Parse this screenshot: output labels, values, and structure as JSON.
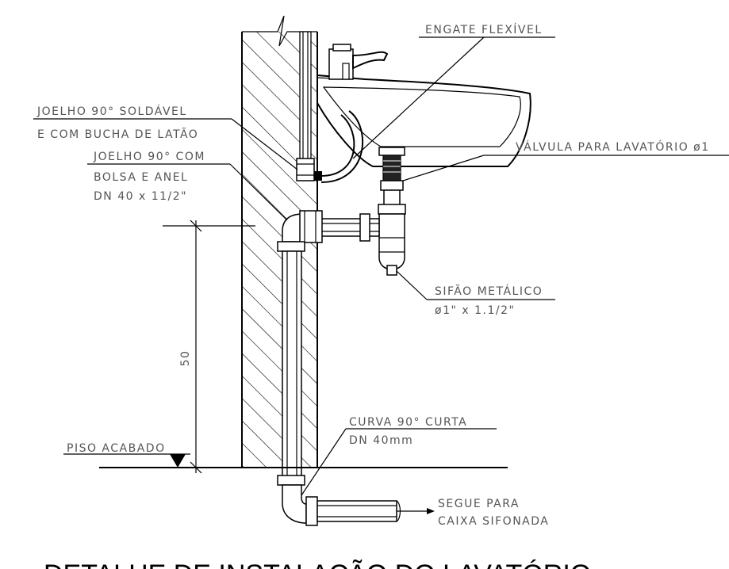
{
  "labels": {
    "engate": "ENGATE FLEXÍVEL",
    "joelho_soldavel_1": "JOELHO 90° SOLDÁVEL",
    "joelho_soldavel_2": "E COM BUCHA DE LATÃO",
    "joelho_bolsa_1": "JOELHO 90° COM",
    "joelho_bolsa_2": "BOLSA E ANEL",
    "joelho_bolsa_3": "DN 40 x 11/2\"",
    "valvula": "VÁLVULA PARA LAVATÓRIO ø1",
    "sifao_1": "SIFÃO METÁLICO",
    "sifao_2": "ø1\" x 1.1/2\"",
    "dimension": "50",
    "piso": "PISO ACABADO",
    "curva_1": "CURVA 90° CURTA",
    "curva_2": "DN 40mm",
    "segue_1": "SEGUE PARA",
    "segue_2": "CAIXA SIFONADA"
  },
  "title": "DETALHE DE INSTALAÇÃO DO LAVATÓRIO"
}
